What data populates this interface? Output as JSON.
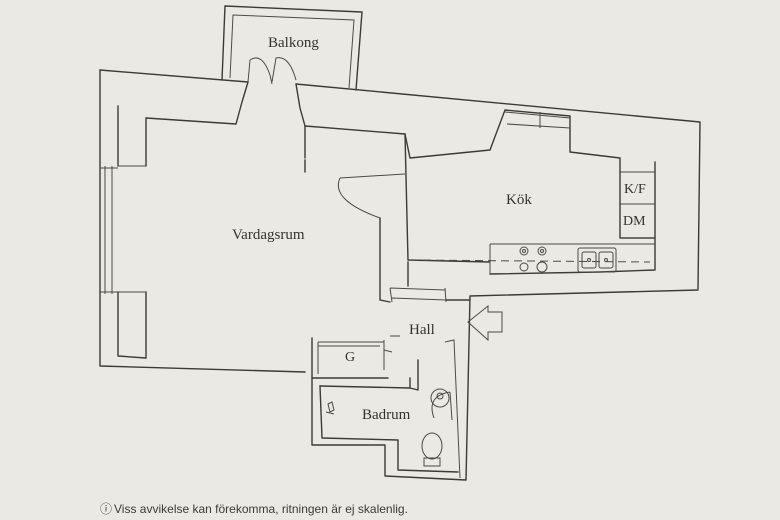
{
  "rooms": {
    "balkong": "Balkong",
    "kok": "Kök",
    "vardagsrum": "Vardagsrum",
    "hall": "Hall",
    "badrum": "Badrum"
  },
  "fixtures": {
    "kf": "K/F",
    "dm": "DM",
    "garderob": "G"
  },
  "icons": {
    "entrance": "entrance-arrow-icon",
    "info": "info-icon"
  },
  "footer": {
    "info_glyph": "ⓘ",
    "disclaimer": "Viss avvikelse kan förekomma, ritningen är ej skalenlig."
  }
}
